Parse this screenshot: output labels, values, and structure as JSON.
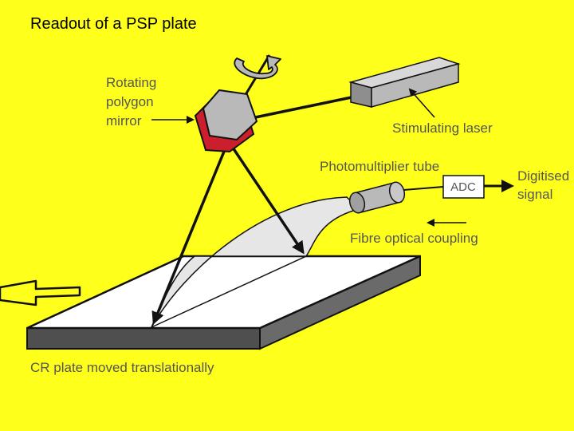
{
  "slide": {
    "background": "#FFFF1C",
    "title": "Readout of a PSP plate"
  },
  "diagram": {
    "labels": {
      "rotating_mirror": [
        "Rotating",
        "polygon",
        "mirror"
      ],
      "stimulating_laser": "Stimulating laser",
      "photomultiplier_tube": "Photomultiplier tube",
      "adc": "ADC",
      "digitised_signal": [
        "Digitised",
        "signal"
      ],
      "fibre_optical_coupling": "Fibre optical coupling",
      "cr_plate": "CR plate moved translationally"
    },
    "colors": {
      "mirror_accent": "#CC1F2E",
      "device_gray": "#B9B9B9",
      "plate_side": "#5A5A5A",
      "light_guide": "#E6E6E6",
      "line": "#111111",
      "label_text": "#555555"
    },
    "icons": [
      "rotation-arrow-icon",
      "translation-arrow-icon"
    ]
  }
}
